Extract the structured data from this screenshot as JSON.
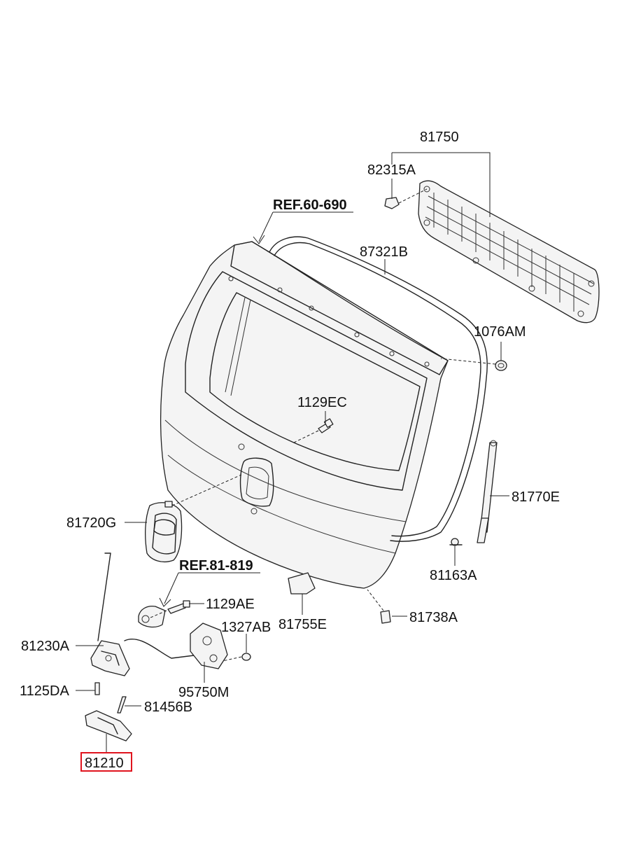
{
  "diagram": {
    "references": {
      "ref_60_690": "REF.60-690",
      "ref_81_819": "REF.81-819"
    },
    "parts": {
      "p81750": "81750",
      "p82315A": "82315A",
      "p87321B": "87321B",
      "p1076AM": "1076AM",
      "p1129EC": "1129EC",
      "p81770E": "81770E",
      "p81720G": "81720G",
      "p81163A": "81163A",
      "p1129AE": "1129AE",
      "p1327AB": "1327AB",
      "p81755E": "81755E",
      "p81738A": "81738A",
      "p81230A": "81230A",
      "p95750M": "95750M",
      "p1125DA": "1125DA",
      "p81456B": "81456B",
      "p81210": "81210"
    },
    "highlight_color": "#e0141e"
  }
}
